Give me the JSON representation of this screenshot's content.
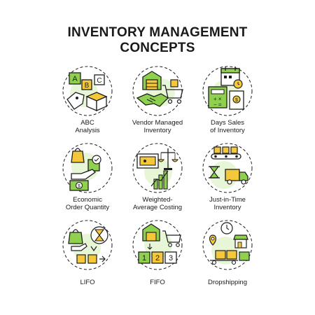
{
  "title": {
    "line1": "INVENTORY MANAGEMENT",
    "line2": "CONCEPTS"
  },
  "colors": {
    "ink": "#1e1e1e",
    "green": "#8fd14f",
    "yellow": "#f5c83a",
    "blob": "#e8f6d8"
  },
  "concepts": [
    {
      "line1": "ABC",
      "line2": "Analysis",
      "icon": "abc-boxes-tag-icon"
    },
    {
      "line1": "Vendor Managed",
      "line2": "Inventory",
      "icon": "warehouse-handshake-cart-icon"
    },
    {
      "line1": "Days Sales",
      "line2": "of Inventory",
      "icon": "calendar-calculator-icon"
    },
    {
      "line1": "Economic",
      "line2": "Order Quantity",
      "icon": "bag-hand-money-icon"
    },
    {
      "line1": "Weighted-",
      "line2": "Average Costing",
      "icon": "card-scales-chart-icon"
    },
    {
      "line1": "Just-in-Time",
      "line2": "Inventory",
      "icon": "conveyor-hourglass-truck-icon"
    },
    {
      "line1": "LIFO",
      "line2": "",
      "icon": "bag-hourglass-boxes-icon"
    },
    {
      "line1": "FIFO",
      "line2": "",
      "icon": "warehouse-cart-numbers-icon",
      "numbers": [
        "1",
        "2",
        "3"
      ]
    },
    {
      "line1": "Dropshipping",
      "line2": "",
      "icon": "clock-pin-store-delivery-icon"
    }
  ]
}
